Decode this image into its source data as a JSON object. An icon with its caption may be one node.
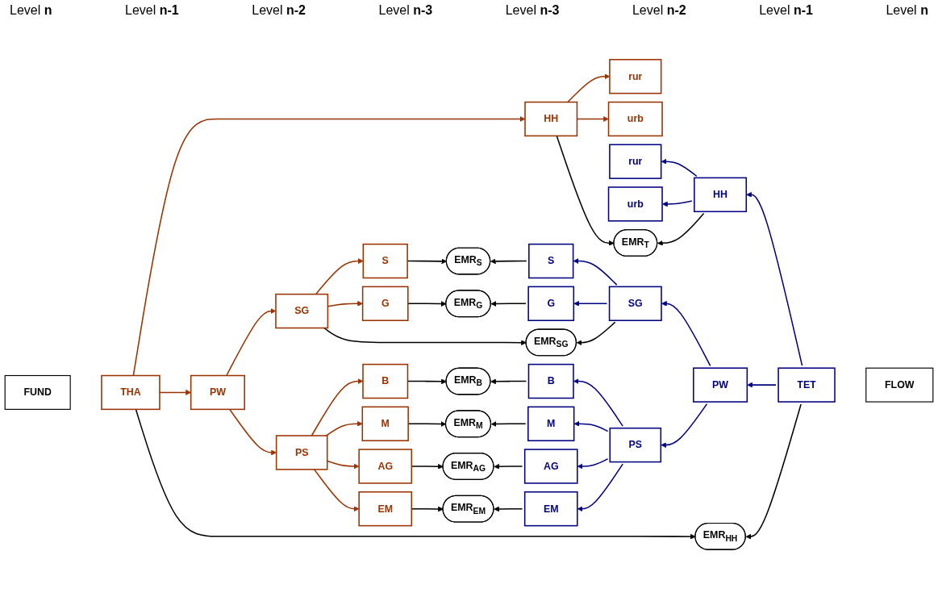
{
  "diagram": {
    "nodes": [
      {
        "text": [
          "THA"
        ]
      },
      {
        "text": [
          "HH"
        ]
      },
      {
        "text": [
          "rur"
        ]
      },
      {
        "text": [
          "urb"
        ]
      },
      {
        "text": [
          "PW"
        ]
      },
      {
        "text": [
          "SG"
        ]
      },
      {
        "text": [
          "S"
        ]
      },
      {
        "text": [
          "G"
        ]
      },
      {
        "text": [
          "PS"
        ]
      },
      {
        "text": [
          "B"
        ]
      },
      {
        "text": [
          "M"
        ]
      },
      {
        "text": [
          "AG"
        ]
      },
      {
        "text": [
          "EM"
        ]
      },
      {
        "text": [
          "EMR$_{T}$"
        ]
      },
      {
        "text": [
          "EMR$_{HH}$"
        ]
      },
      {
        "text": [
          "EMR$_{S}$"
        ]
      },
      {
        "text": [
          "EMR$_{SG}$"
        ]
      },
      {
        "text": [
          "EMR$_{G}$"
        ]
      },
      {
        "text": [
          "EMR$_{B}$"
        ]
      },
      {
        "text": [
          "EMR$_{M}$"
        ]
      },
      {
        "text": [
          "EMR$_{AG}$"
        ]
      },
      {
        "text": [
          "EMR$_{EM}$"
        ]
      },
      {
        "text": [
          "TET"
        ]
      },
      {
        "text": [
          "HH"
        ]
      },
      {
        "text": [
          "rur"
        ]
      },
      {
        "text": [
          "urb"
        ]
      },
      {
        "text": [
          "PW"
        ]
      },
      {
        "text": [
          "SG"
        ]
      },
      {
        "text": [
          "S"
        ]
      },
      {
        "text": [
          "G"
        ]
      },
      {
        "text": [
          "PS"
        ]
      },
      {
        "text": [
          "B"
        ]
      },
      {
        "text": [
          "M"
        ]
      },
      {
        "text": [
          "AG"
        ]
      },
      {
        "text": [
          "EM"
        ]
      },
      {
        "text": [
          "FUND"
        ]
      },
      {
        "text": [
          "FLOW"
        ]
      }
    ],
    "edges": [
      {
        "from": 0,
        "to": 1,
        "arrow": "to",
        "color": "#993300"
      },
      {
        "from": 0,
        "to": 4,
        "arrow": "to",
        "color": "#993300"
      },
      {
        "from": 1,
        "to": 2,
        "arrow": "to",
        "color": "#993300"
      },
      {
        "from": 1,
        "to": 3,
        "arrow": "to",
        "color": "#993300"
      },
      {
        "from": 4,
        "to": 5,
        "arrow": "to",
        "color": "#993300"
      },
      {
        "from": 4,
        "to": 8,
        "arrow": "to",
        "color": "#993300"
      },
      {
        "from": 5,
        "to": 6,
        "arrow": "to",
        "color": "#993300"
      },
      {
        "from": 5,
        "to": 7,
        "arrow": "to",
        "color": "#993300"
      },
      {
        "from": 8,
        "to": 9,
        "arrow": "to",
        "color": "#993300"
      },
      {
        "from": 8,
        "to": 10,
        "arrow": "to",
        "color": "#993300"
      },
      {
        "from": 8,
        "to": 11,
        "arrow": "to",
        "color": "#993300"
      },
      {
        "from": 8,
        "to": 12,
        "arrow": "to",
        "color": "#993300"
      },
      {
        "from": 1,
        "to": 13,
        "arrow": "to"
      },
      {
        "from": 0,
        "to": 14,
        "arrow": "to"
      },
      {
        "from": 6,
        "to": 15,
        "arrow": "to"
      },
      {
        "from": 5,
        "to": 16,
        "arrow": "to"
      },
      {
        "from": 7,
        "to": 17,
        "arrow": "to"
      },
      {
        "from": 9,
        "to": 18,
        "arrow": "to"
      },
      {
        "from": 10,
        "to": 19,
        "arrow": "to"
      },
      {
        "from": 11,
        "to": 20,
        "arrow": "to"
      },
      {
        "from": 12,
        "to": 21,
        "arrow": "to"
      },
      {
        "from": 22,
        "to": 23,
        "arrow": "to",
        "color": "#000080"
      },
      {
        "from": 22,
        "to": 26,
        "arrow": "to",
        "color": "#000080"
      },
      {
        "from": 23,
        "to": 24,
        "arrow": "to",
        "color": "#000080"
      },
      {
        "from": 23,
        "to": 25,
        "arrow": "to",
        "color": "#000080"
      },
      {
        "from": 26,
        "to": 27,
        "arrow": "to",
        "color": "#000080"
      },
      {
        "from": 26,
        "to": 30,
        "arrow": "to",
        "color": "#000080"
      },
      {
        "from": 27,
        "to": 28,
        "arrow": "to",
        "color": "#000080"
      },
      {
        "from": 27,
        "to": 29,
        "arrow": "to",
        "color": "#000080"
      },
      {
        "from": 30,
        "to": 31,
        "arrow": "to",
        "color": "#000080"
      },
      {
        "from": 30,
        "to": 32,
        "arrow": "to",
        "color": "#000080"
      },
      {
        "from": 30,
        "to": 33,
        "arrow": "to",
        "color": "#000080"
      },
      {
        "from": 30,
        "to": 34,
        "arrow": "to",
        "color": "#000080"
      },
      {
        "from": 23,
        "to": 13,
        "arrow": "to"
      },
      {
        "from": 22,
        "to": 14,
        "arrow": "to"
      },
      {
        "from": 28,
        "to": 15,
        "arrow": "to"
      },
      {
        "from": 27,
        "to": 16,
        "arrow": "to"
      },
      {
        "from": 29,
        "to": 17,
        "arrow": "to"
      },
      {
        "from": 31,
        "to": 18,
        "arrow": "to"
      },
      {
        "from": 32,
        "to": 19,
        "arrow": "to"
      },
      {
        "from": 33,
        "to": 20,
        "arrow": "to"
      },
      {
        "from": 34,
        "to": 21,
        "arrow": "to"
      }
    ],
    "labels": [
      "Level **n**",
      "Level **n-1**",
      "Level **n-2**",
      "Level **n-3**",
      "Level **n-3**",
      "Level **n-2**",
      "Level **n-1**",
      "Level **n**"
    ]
  }
}
